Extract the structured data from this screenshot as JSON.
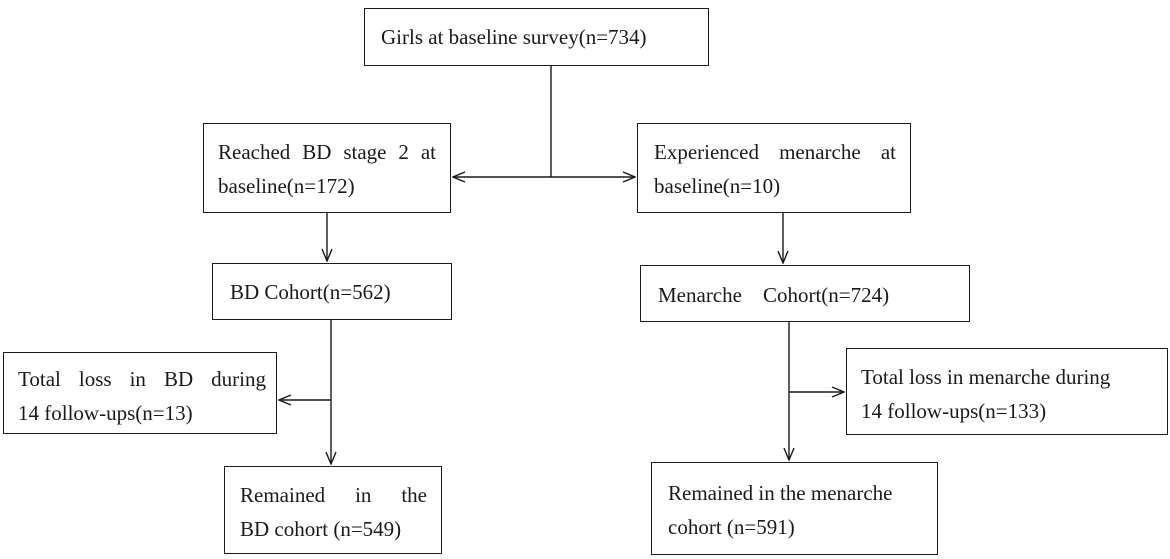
{
  "boxes": {
    "baseline": {
      "lines": [
        "Girls at baseline survey(n=734)"
      ]
    },
    "bd_stage": {
      "lines": [
        "Reached BD stage 2 at",
        "baseline(n=172)"
      ]
    },
    "menarche_baseline": {
      "lines": [
        "Experienced menarche at",
        "baseline(n=10)"
      ]
    },
    "bd_cohort": {
      "lines": [
        "BD Cohort(n=562)"
      ]
    },
    "menarche_cohort": {
      "lines": [
        "Menarche    Cohort(n=724)"
      ]
    },
    "bd_loss": {
      "lines": [
        "Total loss in BD during",
        "14 follow-ups(n=13)"
      ]
    },
    "menarche_loss": {
      "lines": [
        "Total loss in menarche during",
        "14 follow-ups(n=133)"
      ]
    },
    "bd_remained": {
      "lines": [
        "Remained in the",
        "BD cohort (n=549)"
      ]
    },
    "menarche_remained": {
      "lines": [
        "Remained in the menarche",
        "cohort (n=591)"
      ]
    }
  },
  "colors": {
    "stroke": "#1a1a1a",
    "box_fill": "#ffffff",
    "background": "#ffffff"
  }
}
